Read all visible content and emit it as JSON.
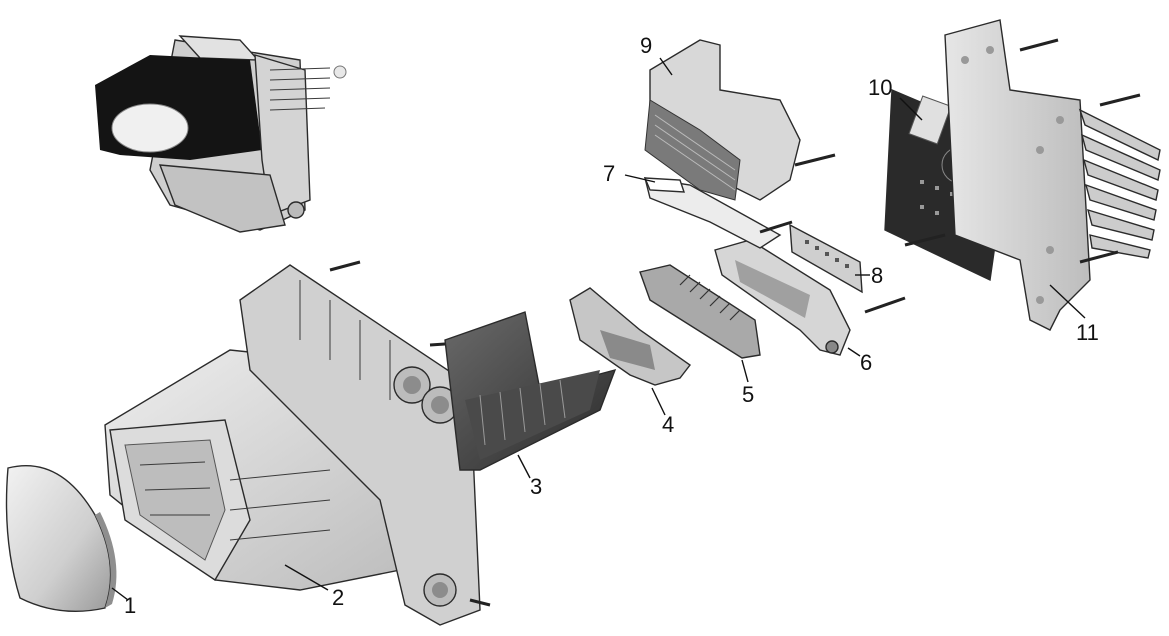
{
  "callouts": [
    {
      "id": "1",
      "label": "1"
    },
    {
      "id": "2",
      "label": "2"
    },
    {
      "id": "3",
      "label": "3"
    },
    {
      "id": "4",
      "label": "4"
    },
    {
      "id": "5",
      "label": "5"
    },
    {
      "id": "6",
      "label": "6"
    },
    {
      "id": "7",
      "label": "7"
    },
    {
      "id": "8",
      "label": "8"
    },
    {
      "id": "9",
      "label": "9"
    },
    {
      "id": "10",
      "label": "10"
    },
    {
      "id": "11",
      "label": "11"
    }
  ],
  "colors": {
    "background": "#ffffff",
    "light_gray": "#d8d8d8",
    "mid_gray": "#a8a8a8",
    "dark_gray": "#555555",
    "black_part": "#141414",
    "pcb": "#2a2a2a",
    "text": "#111111"
  }
}
